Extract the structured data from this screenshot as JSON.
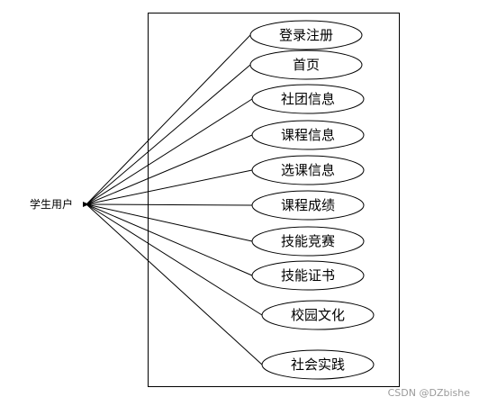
{
  "actor": {
    "label": "学生用户"
  },
  "use_cases": [
    {
      "label": "登录注册"
    },
    {
      "label": "首页"
    },
    {
      "label": "社团信息"
    },
    {
      "label": "课程信息"
    },
    {
      "label": "选课信息"
    },
    {
      "label": "课程成绩"
    },
    {
      "label": "技能竞赛"
    },
    {
      "label": "技能证书"
    },
    {
      "label": "校园文化"
    },
    {
      "label": "社会实践"
    }
  ],
  "watermark": "CSDN @DZbishe"
}
